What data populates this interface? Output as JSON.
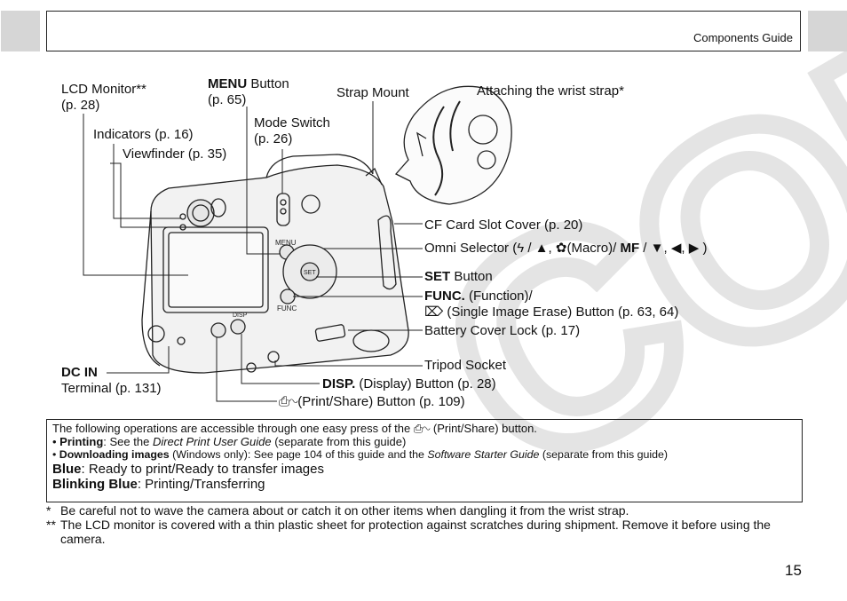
{
  "header": {
    "title": "Components Guide"
  },
  "labels": {
    "lcd_monitor": "LCD Monitor**",
    "lcd_monitor_page": "(p. 28)",
    "menu_bold": "MENU",
    "menu_rest": " Button",
    "menu_page": "(p. 65)",
    "strap_mount": "Strap Mount",
    "wrist_strap": "Attaching the wrist strap*",
    "mode_switch": "Mode Switch",
    "mode_switch_page": "(p. 26)",
    "indicators": "Indicators (p. 16)",
    "viewfinder": "Viewfinder (p. 35)",
    "cf_card": "CF Card Slot Cover (p. 20)",
    "omni_prefix": "Omni Selector (",
    "omni_macro": "(Macro)/ ",
    "omni_mf": "MF",
    "omni_suffix": " )",
    "set_bold": "SET",
    "set_rest": " Button",
    "func_bold": "FUNC.",
    "func_rest": " (Function)/",
    "func_line2": "(Single Image Erase) Button (p. 63, 64)",
    "battery_lock": "Battery Cover Lock (p. 17)",
    "tripod": "Tripod Socket",
    "dc_in_bold": "DC IN",
    "dc_in_terminal": "Terminal (p. 131)",
    "disp_bold": "DISP.",
    "disp_rest": " (Display) Button (p. 28)",
    "print_share": "(Print/Share) Button (p. 109)"
  },
  "info": {
    "line1_pre": "The following operations are accessible through one easy press of the ",
    "line1_post": " (Print/Share) button.",
    "printing_bold": "Printing",
    "printing_mid": ": See the ",
    "printing_italic": "Direct Print User Guide",
    "printing_post": " (separate from this guide)",
    "down_bold": "Downloading images",
    "down_mid": " (Windows only): See page 104 of this guide and the ",
    "down_italic": "Software Starter Guide",
    "down_post": " (separate from this guide)",
    "blue_bold": "Blue",
    "blue_rest": ": Ready to print/Ready to transfer images",
    "blink_bold": "Blinking Blue",
    "blink_rest": ": Printing/Transferring"
  },
  "notes": [
    {
      "mark": "*",
      "text": "Be careful not to wave the camera about or catch it on other items when dangling it from the wrist strap."
    },
    {
      "mark": "**",
      "text": "The LCD monitor is covered with a thin plastic sheet for protection against scratches during shipment. Remove it before using the camera."
    }
  ],
  "page_number": "15",
  "watermark_text": "COPY",
  "camera_text": {
    "menu": "MENU",
    "set": "SET",
    "func": "FUNC",
    "disp": "DISP"
  }
}
